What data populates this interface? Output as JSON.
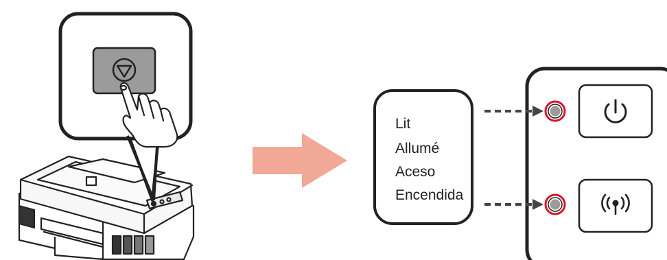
{
  "status_labels": {
    "en": "Lit",
    "fr": "Allumé",
    "pt": "Aceso",
    "es": "Encendida"
  },
  "icons": {
    "stop_button": "stop-triangle-in-circle-icon",
    "power_button": "power-icon",
    "wireless_button": "wireless-signal-icon",
    "lamp": "lit-lamp-icon"
  },
  "colors": {
    "lamp_ring": "#d9142a",
    "process_arrow": "#f2a896",
    "outline": "#222222",
    "button_fill": "#9b9b9b"
  }
}
